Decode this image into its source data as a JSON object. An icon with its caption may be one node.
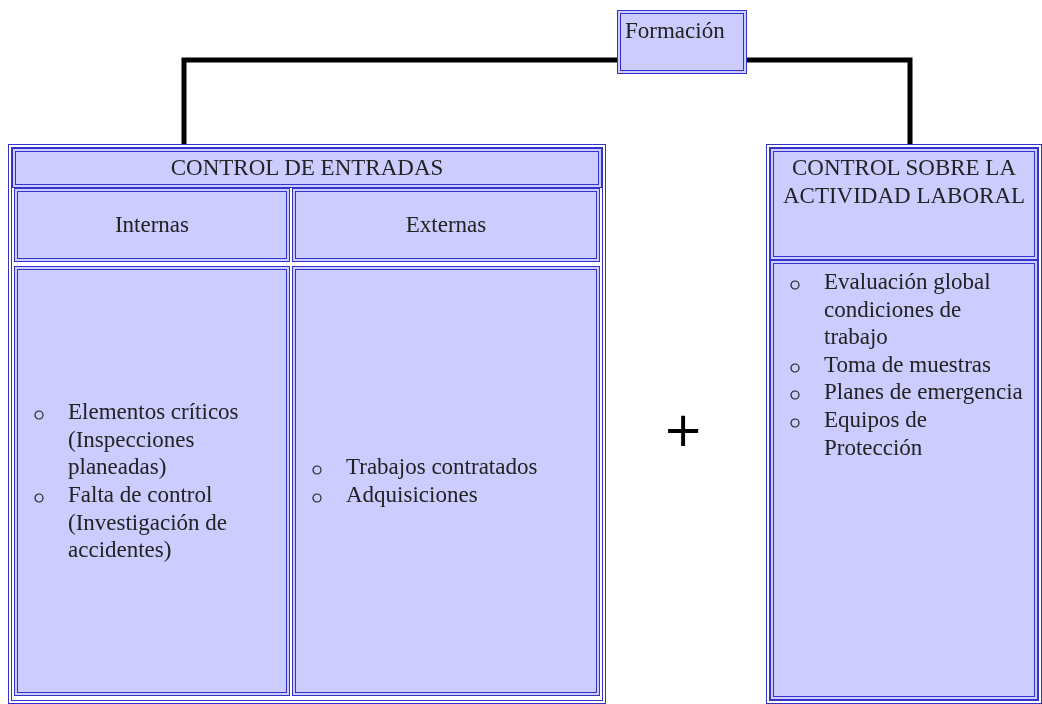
{
  "diagram": {
    "nodes": [
      {
        "text": [
          "Formación"
        ]
      },
      {
        "text": [
          "CONTROL DE ENTRADAS"
        ]
      },
      {
        "text": [
          "Internas"
        ],
        "in": 1
      },
      {
        "text": [
          "Externas"
        ],
        "in": 1
      },
      {
        "text": [
          "Elementos críticos (Inspecciones planeadas)",
          "Falta de control (Investigación de accidentes)"
        ],
        "in": 1
      },
      {
        "text": [
          "Trabajos contratados",
          "Adquisiciones"
        ],
        "in": 1
      },
      {
        "text": [
          "CONTROL SOBRE LA ACTIVIDAD LABORAL"
        ]
      },
      {
        "text": [
          "Evaluación global condiciones de trabajo",
          "Toma de muestras",
          "Planes de emergencia",
          "Equipos de Protección"
        ],
        "in": 6
      }
    ],
    "edges": [
      {
        "from": 0,
        "to": 1,
        "arrow": "none"
      },
      {
        "from": 0,
        "to": 6,
        "arrow": "none"
      }
    ],
    "labels": [
      "+"
    ]
  }
}
